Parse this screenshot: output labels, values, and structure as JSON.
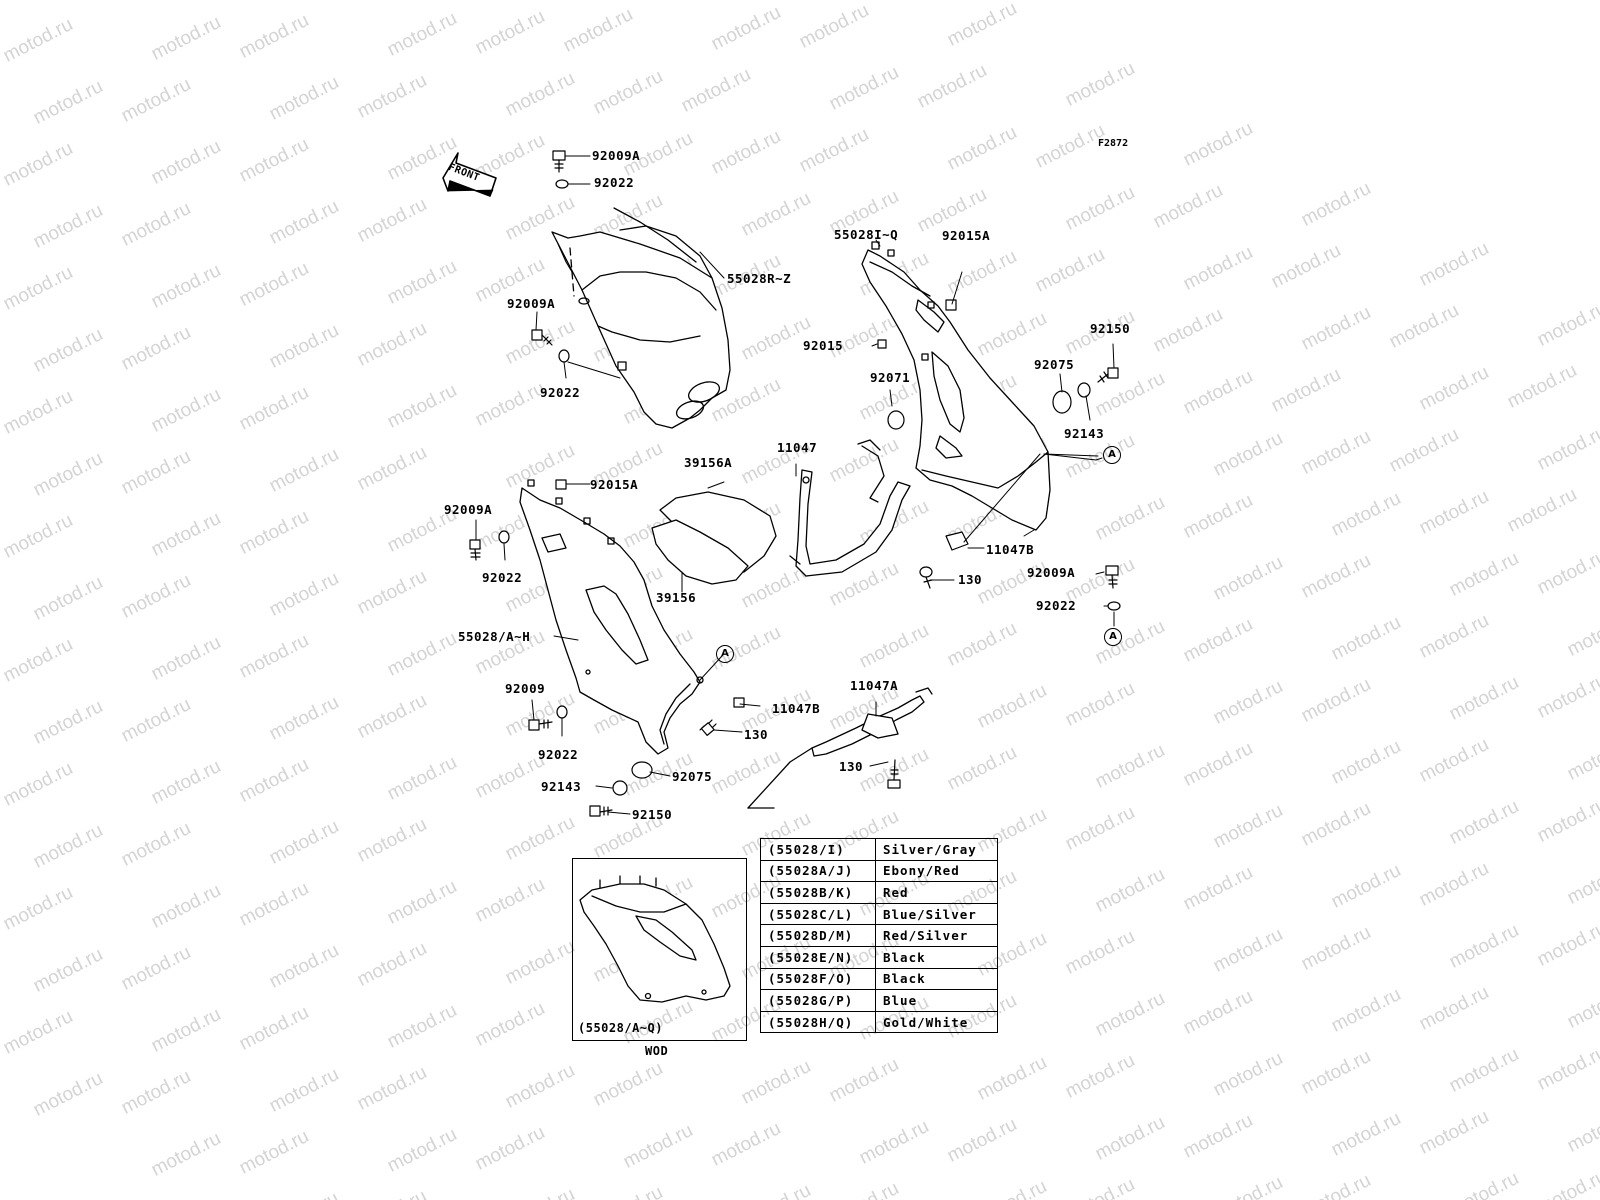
{
  "figure_code": "F2872",
  "front_label": "FRONT",
  "watermark": "motod.ru",
  "ref_marker": "A",
  "callouts": {
    "c92009A_top": "92009A",
    "c92022_top": "92022",
    "c55028RZ": "55028R~Z",
    "c92009A_left": "92009A",
    "c92022_left": "92022",
    "c55028IQ": "55028I~Q",
    "c92015A_right": "92015A",
    "c92015": "92015",
    "c92071": "92071",
    "c92075_right": "92075",
    "c92150_right": "92150",
    "c92143_right": "92143",
    "c11047": "11047",
    "c39156A": "39156A",
    "c92015A_lower": "92015A",
    "c92009A_lower": "92009A",
    "c92022_lower": "92022",
    "c39156": "39156",
    "c11047B_right": "11047B",
    "c130_right": "130",
    "c92009A_farright": "92009A",
    "c92022_farright": "92022",
    "c55028AH": "55028/A~H",
    "c92009": "92009",
    "c92022_bottom": "92022",
    "c11047B_lower": "11047B",
    "c130_lower": "130",
    "c11047A": "11047A",
    "c130_bottom": "130",
    "c92143_bottom": "92143",
    "c92075_bottom": "92075",
    "c92150_bottom": "92150"
  },
  "inset": {
    "part": "(55028/A~Q)",
    "caption": "WOD"
  },
  "color_table": [
    {
      "part": "(55028/I)",
      "color": "Silver/Gray"
    },
    {
      "part": "(55028A/J)",
      "color": "Ebony/Red"
    },
    {
      "part": "(55028B/K)",
      "color": "Red"
    },
    {
      "part": "(55028C/L)",
      "color": "Blue/Silver"
    },
    {
      "part": "(55028D/M)",
      "color": "Red/Silver"
    },
    {
      "part": "(55028E/N)",
      "color": "Black"
    },
    {
      "part": "(55028F/O)",
      "color": "Black"
    },
    {
      "part": "(55028G/P)",
      "color": "Blue"
    },
    {
      "part": "(55028H/Q)",
      "color": "Gold/White"
    }
  ]
}
